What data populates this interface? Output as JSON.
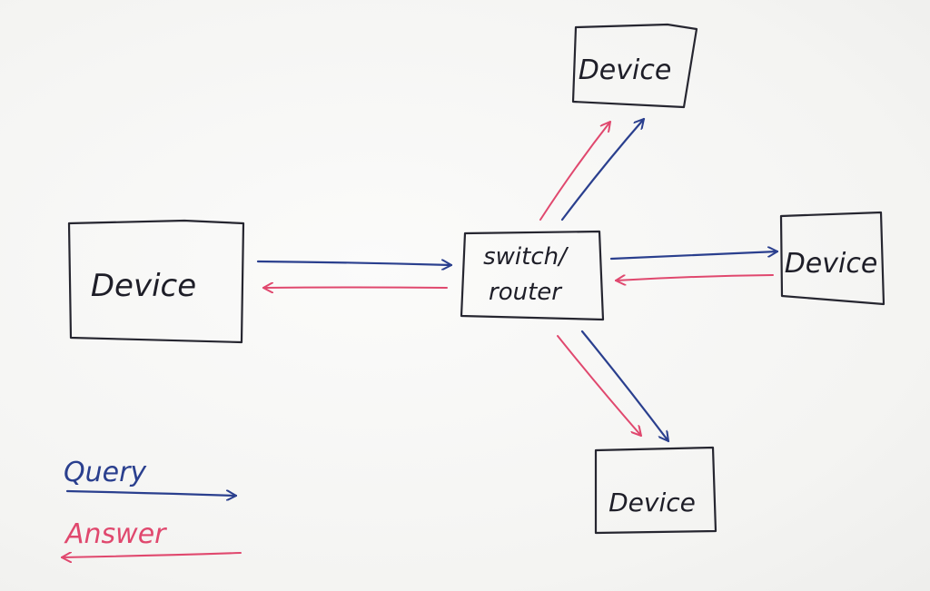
{
  "nodes": {
    "left_device": "Device",
    "top_device": "Device",
    "right_device": "Device",
    "bottom_device": "Device",
    "hub_line1": "switch/",
    "hub_line2": "router"
  },
  "legend": {
    "query_label": "Query",
    "answer_label": "Answer"
  },
  "colors": {
    "query": "#2a3f8e",
    "answer": "#e0486e",
    "ink": "#262630"
  }
}
